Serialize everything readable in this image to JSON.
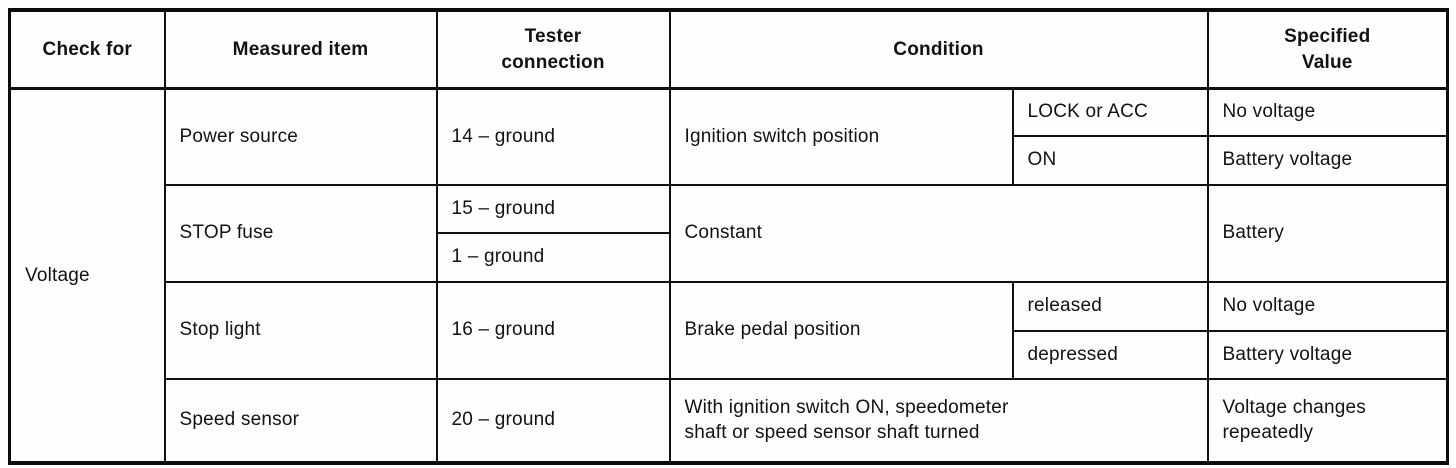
{
  "page": {
    "background_color": "#fefefe",
    "ink_color": "#121212",
    "border_color": "#0b0b0b"
  },
  "table": {
    "headers": {
      "check_for": "Check for",
      "measured_item": "Measured item",
      "tester_connection": "Tester\nconnection",
      "condition": "Condition",
      "specified_value": "Specified\nValue"
    },
    "check_for_value": "Voltage",
    "rows": [
      {
        "measured_item": "Power source",
        "tester_connection": "14 – ground",
        "condition": "Ignition switch position",
        "sub_rows": [
          {
            "condition_state": "LOCK or ACC",
            "specified_value": "No voltage"
          },
          {
            "condition_state": "ON",
            "specified_value": "Battery voltage"
          }
        ]
      },
      {
        "measured_item": "STOP fuse",
        "tester_connections": [
          "15 – ground",
          "1 – ground"
        ],
        "condition": "Constant",
        "specified_value": "Battery"
      },
      {
        "measured_item": "Stop light",
        "tester_connection": "16 – ground",
        "condition": "Brake pedal position",
        "sub_rows": [
          {
            "condition_state": "released",
            "specified_value": "No voltage"
          },
          {
            "condition_state": "depressed",
            "specified_value": "Battery voltage"
          }
        ]
      },
      {
        "measured_item": "Speed sensor",
        "tester_connection": "20 – ground",
        "condition": "With ignition switch ON, speedometer\nshaft or speed sensor shaft turned",
        "specified_value": "Voltage changes\nrepeatedly"
      }
    ]
  }
}
